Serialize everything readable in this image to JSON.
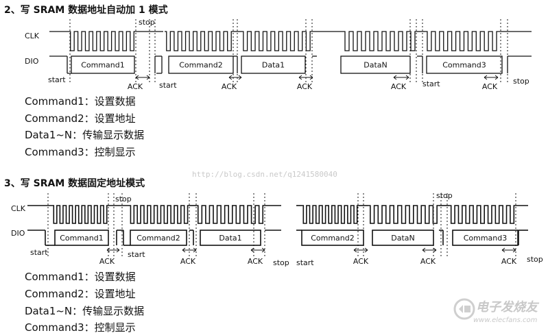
{
  "section1": {
    "heading": "2、写 SRAM 数据地址自动加 1 模式",
    "signals": {
      "clk": "CLK",
      "dio": "DIO"
    },
    "boxes": [
      "Command1",
      "Command2",
      "Data1",
      "DataN",
      "Command3"
    ],
    "labels": {
      "ack": "ACK",
      "start": "start",
      "stop": "stop"
    },
    "legend": [
      "Command1：设置数据",
      "Command2：设置地址",
      "Data1~N：传输显示数据",
      "Command3：控制显示"
    ]
  },
  "section2": {
    "heading": "3、写 SRAM 数据固定地址模式",
    "signals": {
      "clk": "CLK",
      "dio": "DIO"
    },
    "boxes": [
      "Command1",
      "Command2",
      "Data1",
      "Command2",
      "DataN",
      "Command3"
    ],
    "labels": {
      "ack": "ACK",
      "start": "start",
      "stop": "stop"
    },
    "legend": [
      "Command1：设置数据",
      "Command2：设置地址",
      "Data1~N：传输显示数据",
      "Command3：控制显示"
    ]
  },
  "watermark": "http://blog.csdn.net/q1241580040",
  "logo": {
    "title": "电子发烧友",
    "url": "www.elecfans.com"
  }
}
